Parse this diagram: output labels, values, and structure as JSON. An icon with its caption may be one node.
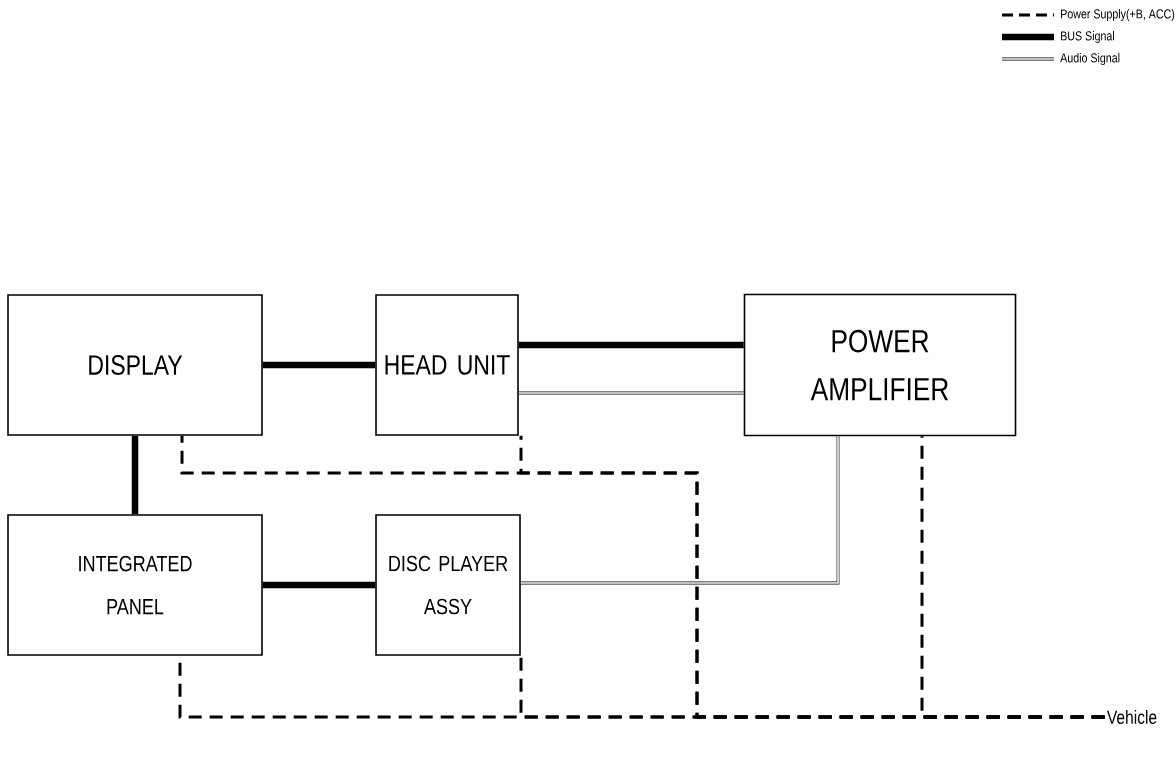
{
  "diagram": {
    "nodes": [
      {
        "text": [
          "DISPLAY"
        ]
      },
      {
        "text": [
          "HEAD UNIT"
        ]
      },
      {
        "text": [
          "POWER AMPLIFIER"
        ]
      },
      {
        "text": [
          "INTEGRATED PANEL"
        ]
      },
      {
        "text": [
          "DISC PLAYER ASSY"
        ]
      },
      {
        "text": [
          "Vehicle"
        ]
      }
    ],
    "edges": [
      {
        "from": 0,
        "to": 1,
        "arrow": "none",
        "style": "thick"
      },
      {
        "from": 0,
        "to": 3,
        "arrow": "none",
        "style": "thick"
      },
      {
        "from": 3,
        "to": 4,
        "arrow": "none",
        "style": "thick"
      },
      {
        "from": 1,
        "to": 2,
        "arrow": "none",
        "style": "thick"
      },
      {
        "from": 1,
        "to": 2,
        "arrow": "none"
      },
      {
        "from": 4,
        "to": 2,
        "arrow": "none"
      },
      {
        "from": 5,
        "to": 0,
        "arrow": "none",
        "style": "dashed"
      },
      {
        "from": 5,
        "to": 1,
        "arrow": "none",
        "style": "dashed"
      },
      {
        "from": 5,
        "to": 2,
        "arrow": "none",
        "style": "dashed"
      },
      {
        "from": 5,
        "to": 3,
        "arrow": "none",
        "style": "dashed"
      },
      {
        "from": 5,
        "to": 4,
        "arrow": "none",
        "style": "dashed"
      }
    ],
    "legend": [
      {
        "text": "Power Supply(+B, ACC)"
      },
      {
        "text": "BUS Signal"
      },
      {
        "text": "Audio Signal"
      }
    ]
  }
}
